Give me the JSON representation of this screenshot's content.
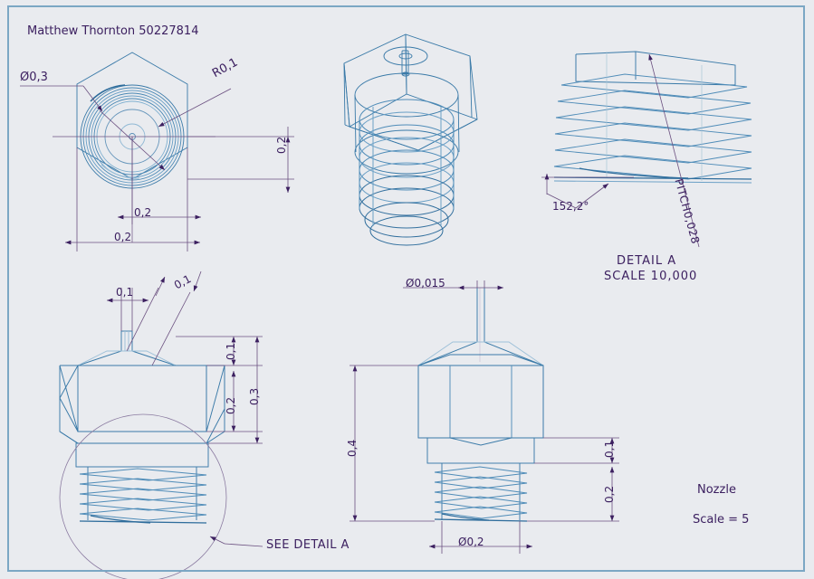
{
  "drawing": {
    "title": "Matthew Thornton 50227814",
    "part_name": "Nozzle",
    "scale_note": "Scale = 5",
    "background_color": "#e9ebef",
    "frame_color": "#7ba7c4",
    "geometry_color": "#3a7aa8",
    "dimension_color": "#3c2060"
  },
  "views": {
    "top_view": {
      "name": "top-view",
      "annotations": [
        {
          "id": "dia03",
          "label": "Ø0,3",
          "type": "diameter-leader"
        },
        {
          "id": "r01",
          "label": "R0,1",
          "type": "radius-leader"
        },
        {
          "id": "vert02",
          "label": "0,2",
          "type": "vertical-dimension"
        },
        {
          "id": "horiz02a",
          "label": "0,2",
          "type": "horizontal-dimension"
        },
        {
          "id": "horiz02b",
          "label": "0,2",
          "type": "horizontal-dimension"
        }
      ]
    },
    "iso_view": {
      "name": "isometric-view",
      "annotations": []
    },
    "detail_view": {
      "name": "detail-a-view",
      "caption_line1": "DETAIL  A",
      "caption_line2": "SCALE  10,000",
      "annotations": [
        {
          "id": "angle",
          "label": "152,2°",
          "type": "angle-dimension"
        },
        {
          "id": "pitch",
          "label": "PITCH0,028",
          "type": "pitch-leader"
        }
      ]
    },
    "front_view_left": {
      "name": "front-view-left",
      "detail_callout": "SEE DETAIL  A",
      "annotations": [
        {
          "id": "tip-width",
          "label": "0,1",
          "type": "horizontal-dimension"
        },
        {
          "id": "cone-lead",
          "label": "0,1",
          "type": "leader-dimension"
        },
        {
          "id": "h01",
          "label": "0,1",
          "type": "vertical-dimension"
        },
        {
          "id": "h02",
          "label": "0,2",
          "type": "vertical-dimension"
        },
        {
          "id": "h03",
          "label": "0,3",
          "type": "vertical-dimension"
        }
      ]
    },
    "front_view_right": {
      "name": "front-view-right",
      "annotations": [
        {
          "id": "bore",
          "label": "Ø0,015",
          "type": "diameter-dimension"
        },
        {
          "id": "total-h",
          "label": "0,4",
          "type": "vertical-dimension"
        },
        {
          "id": "collar-h",
          "label": "0,1",
          "type": "vertical-dimension"
        },
        {
          "id": "thread-h",
          "label": "0,2",
          "type": "vertical-dimension"
        },
        {
          "id": "thread-dia",
          "label": "Ø0,2",
          "type": "diameter-dimension"
        }
      ]
    }
  }
}
